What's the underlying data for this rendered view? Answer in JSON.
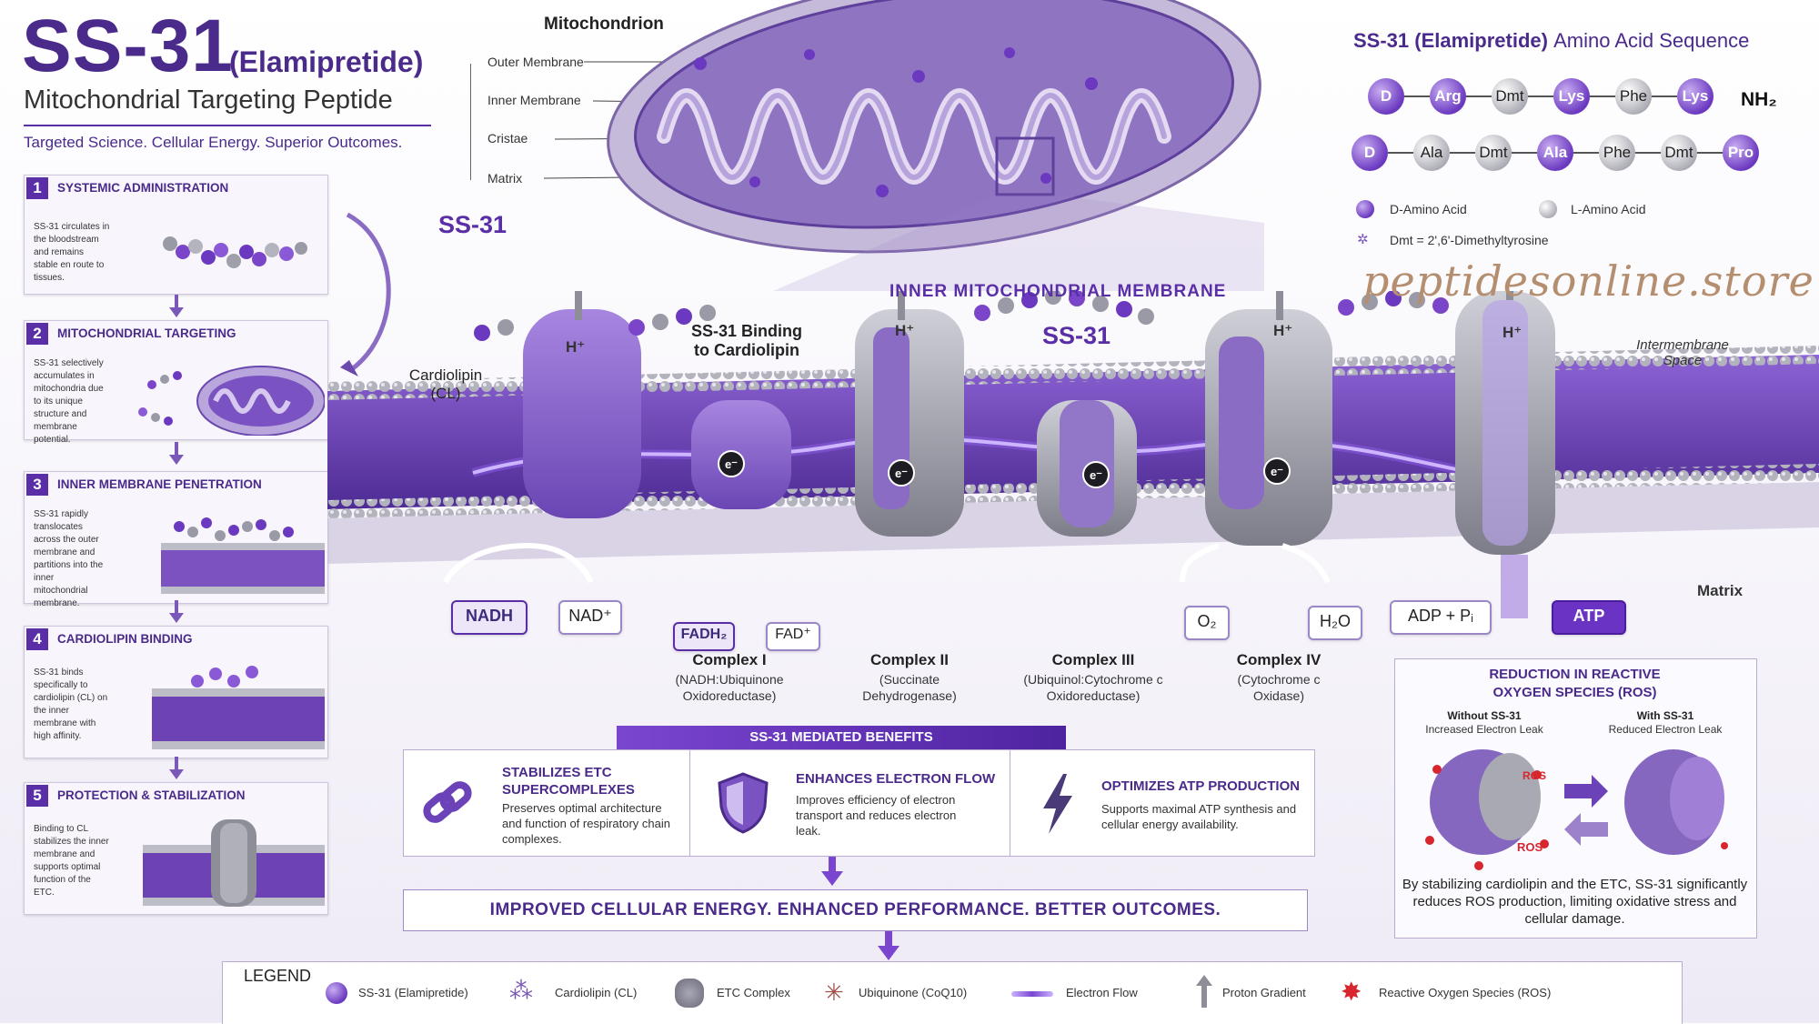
{
  "title": {
    "main": "SS-31",
    "paren": "(Elamipretide)",
    "subtitle": "Mitochondrial Targeting Peptide",
    "tagline": "Targeted Science.  Cellular Energy.  Superior Outcomes."
  },
  "steps": [
    {
      "num": "1",
      "title": "SYSTEMIC ADMINISTRATION",
      "text": "SS-31 circulates in the bloodstream and remains stable en route to tissues."
    },
    {
      "num": "2",
      "title": "MITOCHONDRIAL TARGETING",
      "text": "SS-31 selectively accumulates in mitochondria due to its unique structure and membrane potential."
    },
    {
      "num": "3",
      "title": "INNER MEMBRANE PENETRATION",
      "text": "SS-31 rapidly translocates across the outer membrane and partitions into the inner mitochondrial membrane."
    },
    {
      "num": "4",
      "title": "CARDIOLIPIN BINDING",
      "text": "SS-31 binds specifically to cardiolipin (CL) on the inner membrane with high affinity."
    },
    {
      "num": "5",
      "title": "PROTECTION & STABILIZATION",
      "text": "Binding to CL stabilizes the inner membrane and supports optimal function of the ETC."
    }
  ],
  "mitochondrion": {
    "title": "Mitochondrion",
    "labels": [
      "Outer Membrane",
      "Inner Membrane",
      "Cristae",
      "Matrix"
    ]
  },
  "membrane": {
    "section_label": "INNER MITOCHONDRIAL MEMBRANE",
    "ss31_label": "SS-31",
    "cardiolipin_label": "Cardiolipin (CL)",
    "binding_label": "SS-31 Binding to Cardiolipin",
    "ims_label": "Intermembrane Space",
    "matrix_label": "Matrix",
    "hplus": "H⁺",
    "electron": "e⁻",
    "nadh": "NADH",
    "nad": "NAD⁺",
    "fadh2": "FADH₂",
    "fad": "FAD⁺",
    "o2": "O₂",
    "h2o": "H₂O",
    "adp": "ADP + Pᵢ",
    "atp": "ATP"
  },
  "complexes": [
    {
      "name": "Complex I",
      "sub1": "(NADH:Ubiquinone",
      "sub2": "Oxidoreductase)"
    },
    {
      "name": "Complex II",
      "sub1": "(Succinate",
      "sub2": "Dehydrogenase)"
    },
    {
      "name": "Complex III",
      "sub1": "(Ubiquinol:Cytochrome c",
      "sub2": "Oxidoreductase)"
    },
    {
      "name": "Complex IV",
      "sub1": "(Cytochrome c",
      "sub2": "Oxidase)"
    }
  ],
  "sequence": {
    "title_bold": "SS-31 (Elamipretide)",
    "title_rest": "Amino Acid Sequence",
    "row1": [
      {
        "label": "D",
        "type": "d"
      },
      {
        "label": "Arg",
        "type": "d"
      },
      {
        "label": "Dmt",
        "type": "l"
      },
      {
        "label": "Lys",
        "type": "d"
      },
      {
        "label": "Phe",
        "type": "l"
      },
      {
        "label": "Lys",
        "type": "d"
      }
    ],
    "row2": [
      {
        "label": "D",
        "type": "d"
      },
      {
        "label": "Ala",
        "type": "l"
      },
      {
        "label": "Dmt",
        "type": "l"
      },
      {
        "label": "Ala",
        "type": "d"
      },
      {
        "label": "Phe",
        "type": "l"
      },
      {
        "label": "Dmt",
        "type": "l"
      },
      {
        "label": "Pro",
        "type": "d"
      }
    ],
    "nh2": "NH₂",
    "key_d": "D-Amino Acid",
    "key_l": "L-Amino Acid",
    "key_dmt": "Dmt = 2',6'-Dimethyltyrosine"
  },
  "watermark": "peptidesonline.store",
  "benefits": {
    "header": "SS-31 MEDIATED BENEFITS",
    "items": [
      {
        "title": "STABILIZES ETC SUPERCOMPLEXES",
        "text": "Preserves optimal architecture and function of respiratory chain complexes."
      },
      {
        "title": "ENHANCES ELECTRON FLOW",
        "text": "Improves efficiency of electron transport and reduces electron leak."
      },
      {
        "title": "OPTIMIZES ATP PRODUCTION",
        "text": "Supports maximal ATP synthesis and cellular energy availability."
      }
    ],
    "outcome": "IMPROVED CELLULAR ENERGY.   ENHANCED PERFORMANCE.   BETTER OUTCOMES."
  },
  "ros": {
    "title_line1": "REDUCTION IN REACTIVE",
    "title_line2": "OXYGEN SPECIES (ROS)",
    "without_title": "Without SS-31",
    "without_sub": "Increased Electron Leak",
    "with_title": "With SS-31",
    "with_sub": "Reduced Electron Leak",
    "ros_tag": "ROS",
    "summary": "By stabilizing cardiolipin and the ETC, SS-31 significantly reduces ROS production, limiting oxidative stress and cellular damage."
  },
  "legend": {
    "title": "LEGEND",
    "items": [
      "SS-31 (Elamipretide)",
      "Cardiolipin (CL)",
      "ETC Complex",
      "Ubiquinone (CoQ10)",
      "Electron Flow",
      "Proton Gradient",
      "Reactive Oxygen Species (ROS)"
    ]
  },
  "colors": {
    "accent": "#5a2ea6",
    "dark_purple": "#4a2a8a",
    "ros_red": "#d8262e",
    "lipid_gray": "#a9a9b3"
  }
}
